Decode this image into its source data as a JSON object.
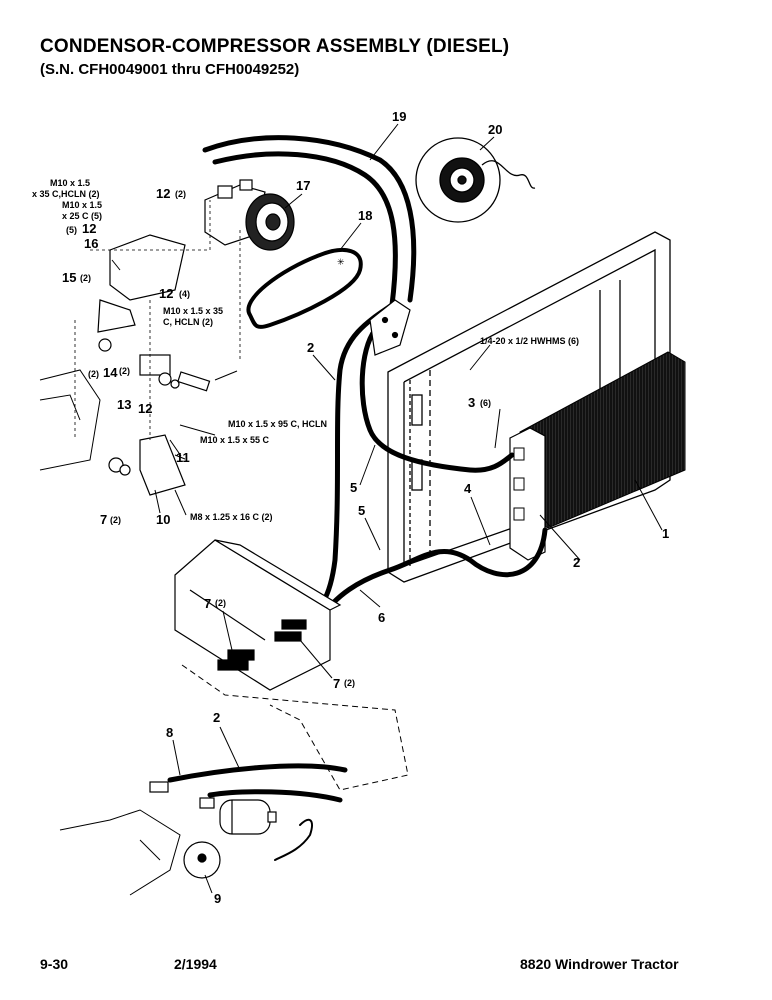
{
  "header": {
    "title": "CONDENSOR-COMPRESSOR ASSEMBLY (DIESEL)",
    "subtitle": "(S.N. CFH0049001 thru CFH0049252)"
  },
  "footer": {
    "page": "9-30",
    "date": "2/1994",
    "model": "8820 Windrower Tractor"
  },
  "callouts": {
    "c1": "1",
    "c2a": "2",
    "c2b": "2",
    "c2c": "2",
    "c3": "3",
    "c3q": "(6)",
    "c4": "4",
    "c5a": "5",
    "c5b": "5",
    "c6": "6",
    "c7a": "7",
    "c7aq": "(2)",
    "c7b": "7",
    "c7bq": "(2)",
    "c7c": "7",
    "c7cq": "(2)",
    "c8": "8",
    "c9": "9",
    "c10": "10",
    "c11": "11",
    "c12a": "12",
    "c12aq": "(2)",
    "c12b": "12",
    "c12c": "12",
    "c12cq": "(4)",
    "c12d": "12",
    "c12dpre": "(5)",
    "c13": "13",
    "c14": "14",
    "c14q": "(2)",
    "c14pre": "(2)",
    "c15": "15",
    "c15q": "(2)",
    "c16": "16",
    "c17": "17",
    "c18": "18",
    "c19": "19",
    "c20": "20"
  },
  "hardware": {
    "h1a": "M10 x 1.5",
    "h1b": "x 35 C,HCLN (2)",
    "h2a": "M10 x 1.5",
    "h2b": "x 25 C (5)",
    "h3a": "M10 x 1.5 x 35",
    "h3b": "C, HCLN (2)",
    "h4": "1/4-20 x 1/2 HWHMS (6)",
    "h5": "M10 x 1.5 x 95 C, HCLN",
    "h6": "M10 x 1.5 x 55 C",
    "h7": "M8 x 1.25 x 16 C (2)"
  }
}
